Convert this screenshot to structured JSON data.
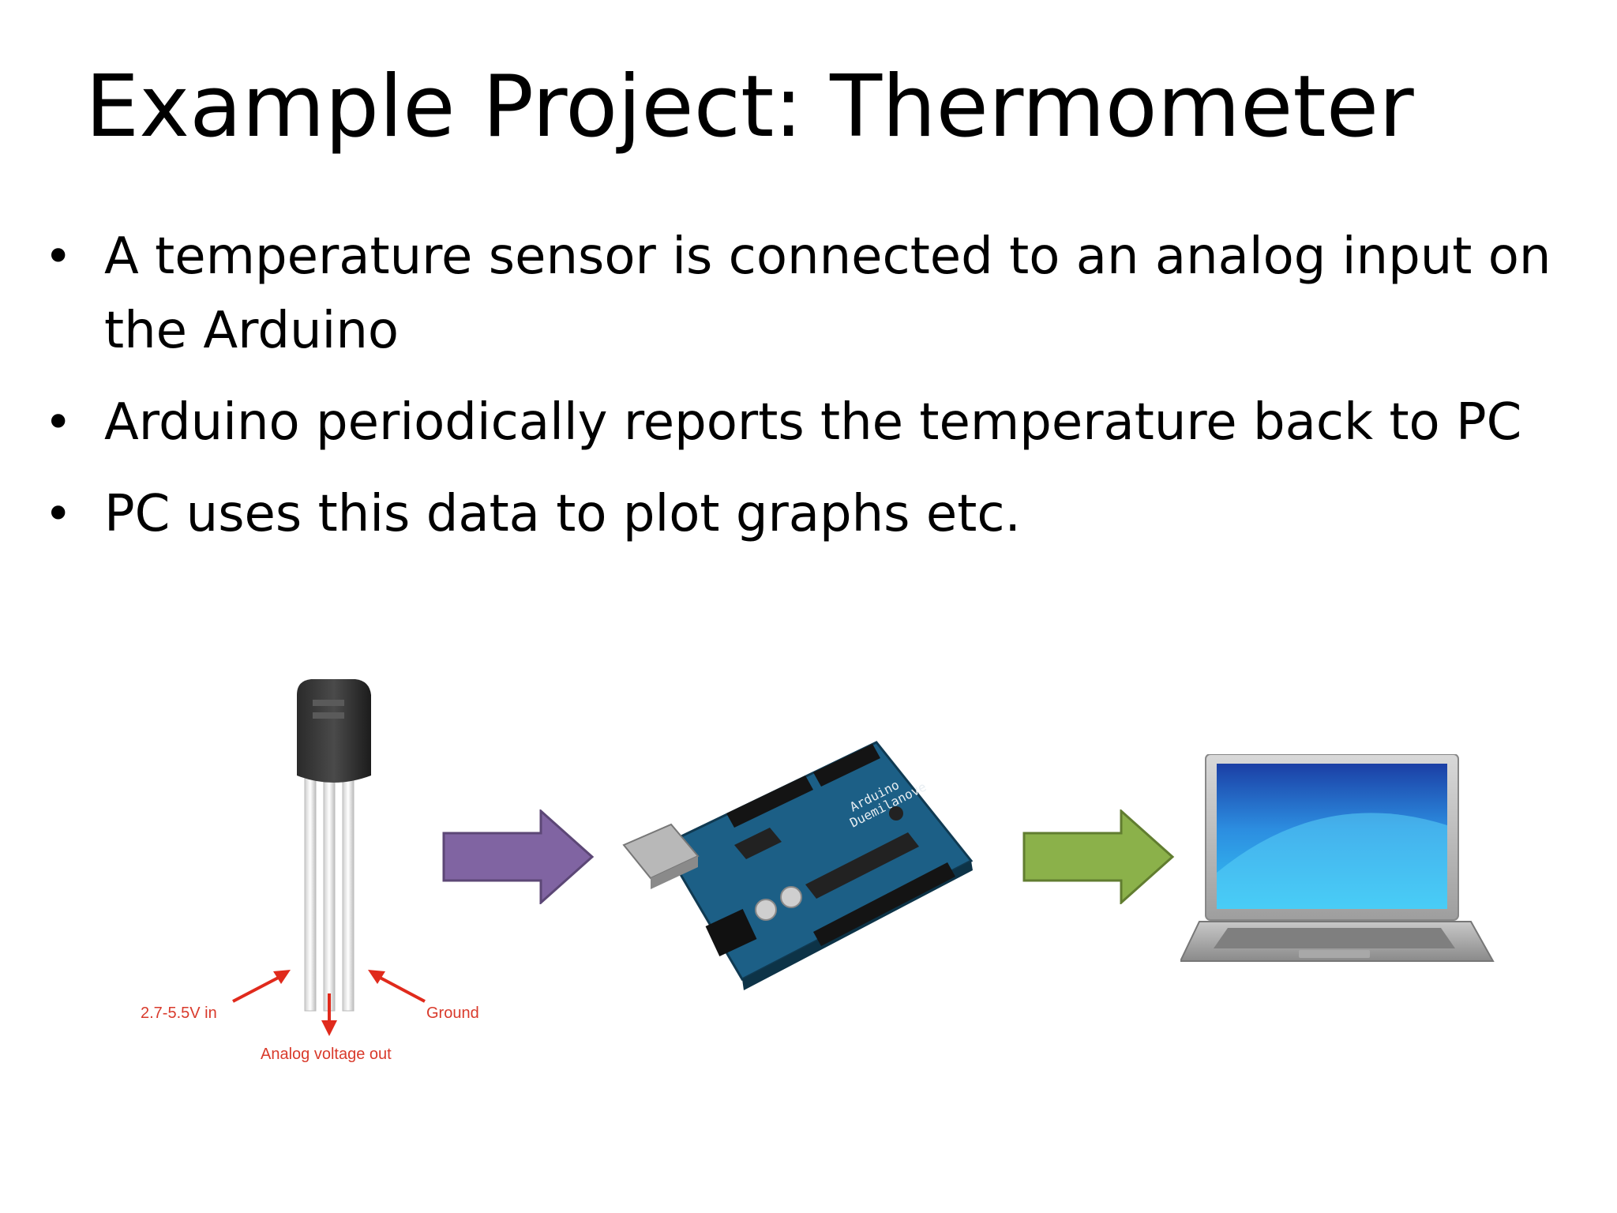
{
  "slide": {
    "title": "Example Project: Thermometer",
    "bullets": [
      "A temperature sensor is connected to an analog input on the Arduino",
      "Arduino periodically reports the temperature back to PC",
      "PC uses this data to plot graphs etc."
    ]
  },
  "sensor_diagram": {
    "labels": {
      "left_pin": "2.7-5.5V in",
      "middle_pin": "Analog voltage out",
      "right_pin": "Ground"
    },
    "label_color": "#d93a2b"
  },
  "board": {
    "silkscreen_line1": "Arduino",
    "silkscreen_line2": "Duemilanove"
  },
  "arrows": {
    "first_color": "#8064a2",
    "second_color": "#8bb14a"
  },
  "icons": [
    "temperature-sensor-image",
    "arduino-board-image",
    "laptop-image"
  ]
}
